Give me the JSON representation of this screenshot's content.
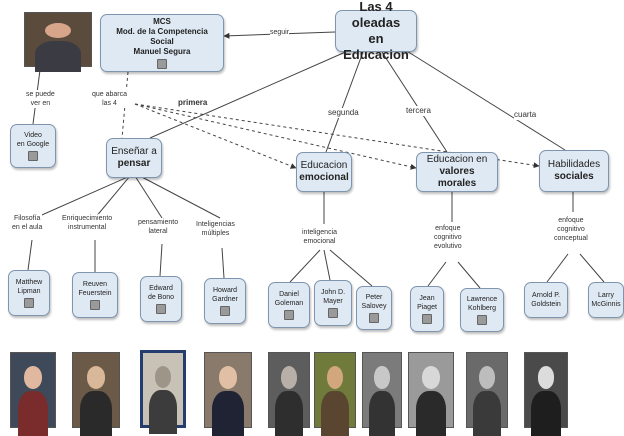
{
  "nodes": {
    "main": {
      "line1": "Las 4 oleadas",
      "line2": "en Educacion"
    },
    "mcs": {
      "line1": "MCS",
      "line2": "Mod. de la Competencia Social",
      "line3": "Manuel Segura"
    },
    "video": {
      "line1": "Video",
      "line2": "en Google"
    },
    "ensenar": {
      "line1": "Enseñar a",
      "line2": "pensar"
    },
    "emocional": {
      "line1": "Educacion",
      "line2": "emocional"
    },
    "valores": {
      "line1": "Educacion en",
      "line2": "valores morales"
    },
    "habilidades": {
      "line1": "Habilidades",
      "line2": "sociales"
    },
    "lipman": {
      "line1": "Matthew",
      "line2": "Lipman"
    },
    "feuerstein": {
      "line1": "Reuven",
      "line2": "Feuerstein"
    },
    "debono": {
      "line1": "Edward",
      "line2": "de Bono"
    },
    "gardner": {
      "line1": "Howard",
      "line2": "Gardner"
    },
    "goleman": {
      "line1": "Daniel",
      "line2": "Goleman"
    },
    "mayer": {
      "line1": "John D.",
      "line2": "Mayer"
    },
    "salovey": {
      "line1": "Peter",
      "line2": "Salovey"
    },
    "piaget": {
      "line1": "Jean",
      "line2": "Piaget"
    },
    "kohlberg": {
      "line1": "Lawrence",
      "line2": "Kohlberg"
    },
    "goldstein": {
      "line1": "Arnold P.",
      "line2": "Goldstein"
    },
    "mcginnis": {
      "line1": "Larry",
      "line2": "McGinnis"
    }
  },
  "labels": {
    "seguir": "seguir",
    "primera": "primera",
    "segunda": "segunda",
    "tercera": "tercera",
    "cuarta": "cuarta",
    "puede_ver": "se puede",
    "puede_ver2": "ver en",
    "abarca": "que abarca",
    "abarca2": "las 4",
    "filosofia": "Filosofía",
    "filosofia2": "en el aula",
    "enriquecimiento": "Enriquecimiento",
    "enriquecimiento2": "instrumental",
    "pensamiento": "pensamiento",
    "pensamiento2": "lateral",
    "inteligencias": "Inteligencias",
    "inteligencias2": "múltiples",
    "intel_emocional": "inteligencia",
    "intel_emocional2": "emocional",
    "enfoque_evo": "enfoque",
    "enfoque_evo2": "cognitivo",
    "enfoque_evo3": "evolutivo",
    "enfoque_con": "enfoque",
    "enfoque_con2": "cognitivo",
    "enfoque_con3": "conceptual"
  },
  "colors": {
    "node_fill": "#dfe9f3",
    "node_border": "#7e95ad",
    "line": "#4a4a4a"
  }
}
